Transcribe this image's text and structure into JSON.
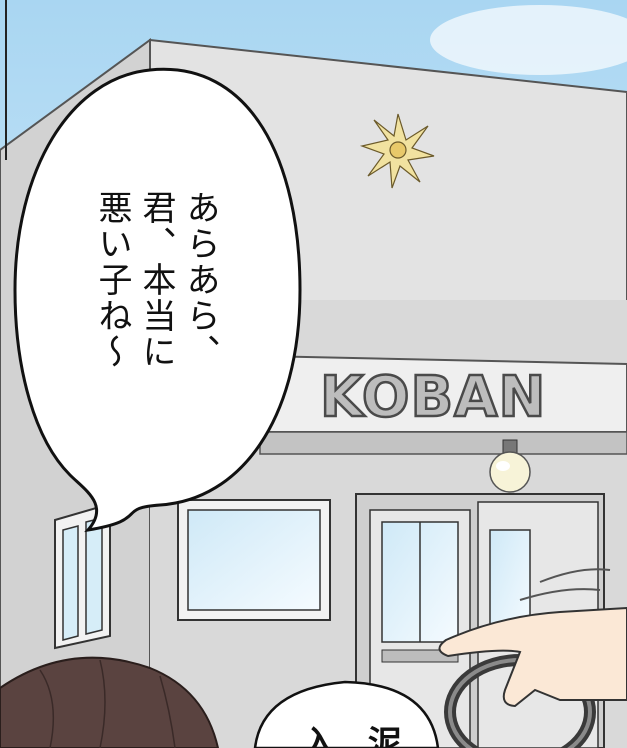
{
  "speech_bubble": {
    "column_1": "あらあら、",
    "column_2": "君、本当に",
    "column_3": "悪い子ね～"
  },
  "building_sign": "KOBAN",
  "sfx_bubble": {
    "partial_text": "入 泥"
  },
  "colors": {
    "sky": "#c9e6f7",
    "building_light": "#e4e4e4",
    "building_shade": "#c8c8c8",
    "emblem": "#f1e2a0",
    "hair": "#5a4340",
    "skin": "#fbe8d6"
  }
}
